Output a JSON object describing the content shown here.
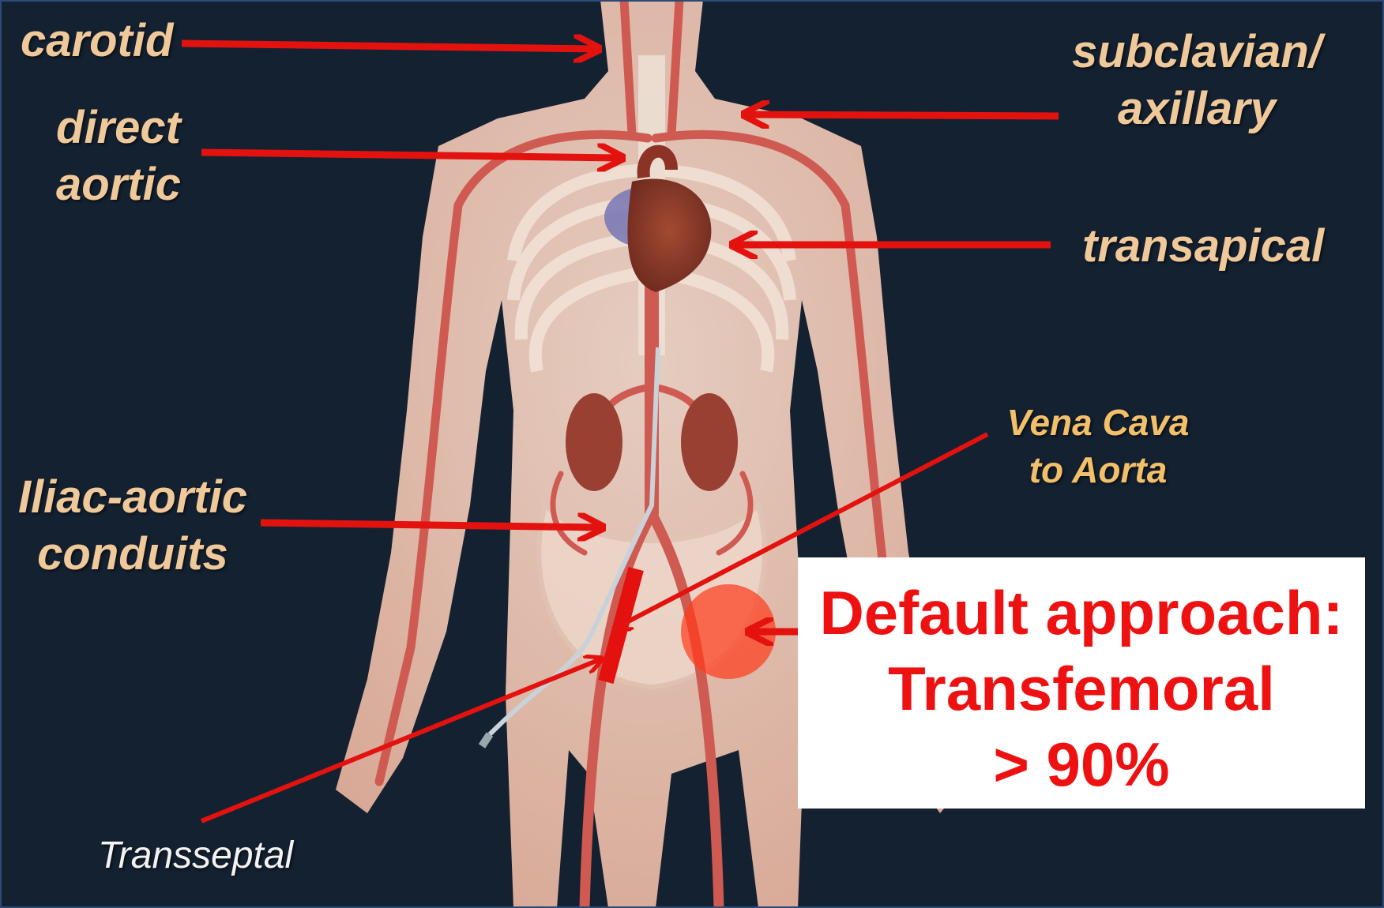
{
  "labels": {
    "carotid": "carotid",
    "direct_aortic_1": "direct",
    "direct_aortic_2": "aortic",
    "subclavian_1": "subclavian/",
    "subclavian_2": "axillary",
    "transapical": "transapical",
    "iliac_1": "Iliac-aortic",
    "iliac_2": "conduits",
    "vena_cava_1": "Vena Cava",
    "vena_cava_2": "to Aorta",
    "transseptal": "Transseptal"
  },
  "callout": {
    "line1": "Default approach:",
    "line2": "Transfemoral",
    "line3": "> 90%"
  },
  "colors": {
    "background": "#142131",
    "label": "#f0c99b",
    "arrow": "#e3120f",
    "callout_text": "#ee1111",
    "skin": "#f1c8b4",
    "artery": "#cf5a52"
  }
}
